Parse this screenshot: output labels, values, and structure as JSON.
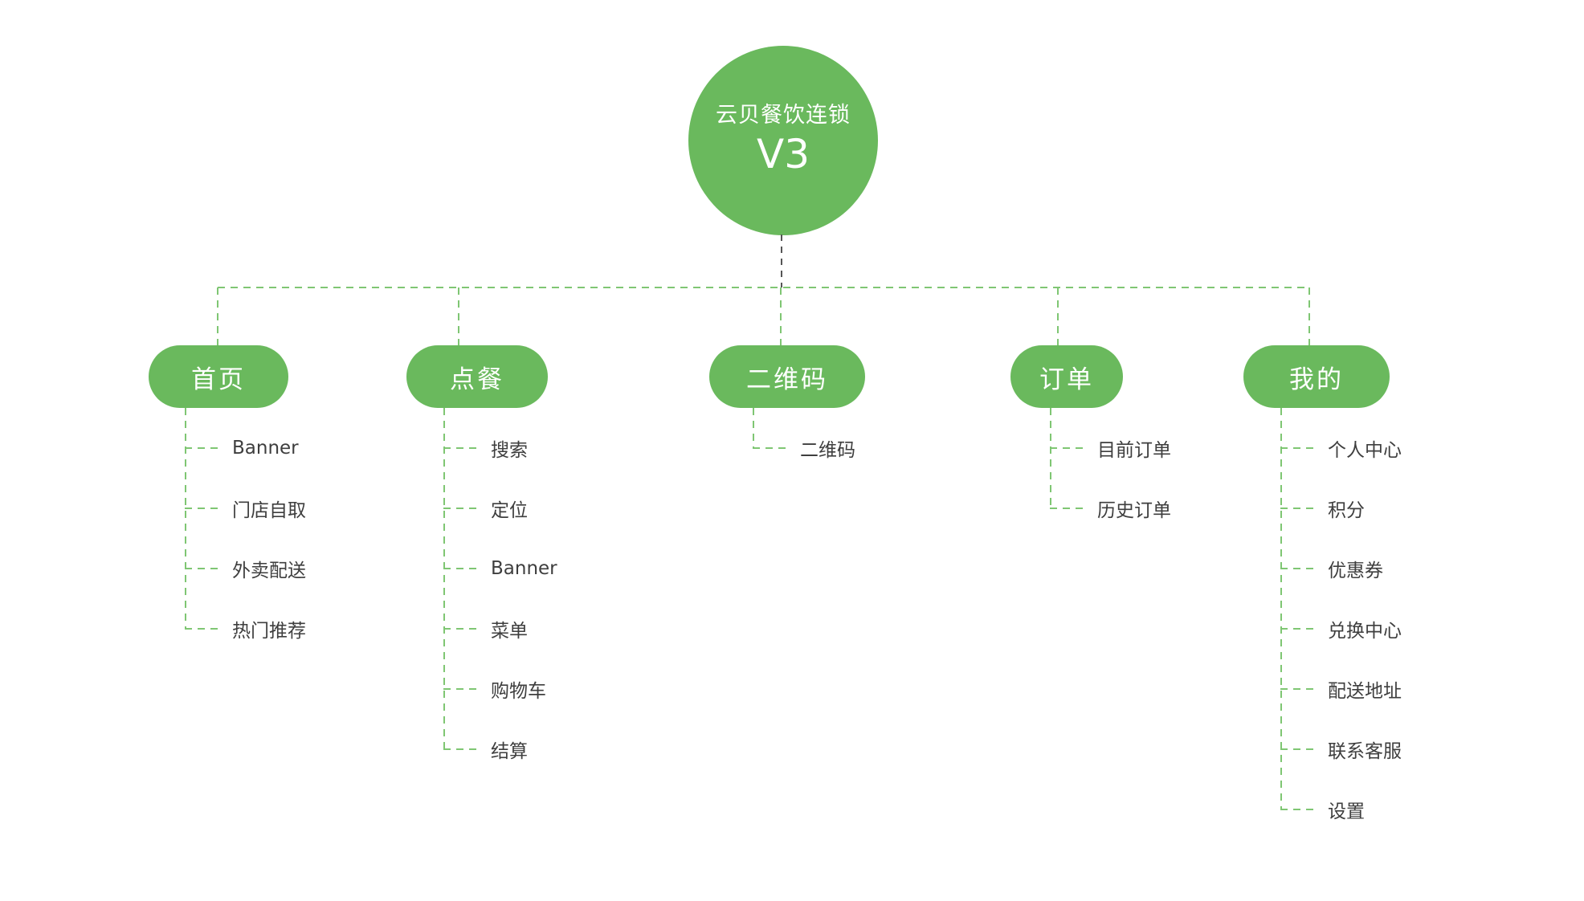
{
  "colors": {
    "node_green": "#6ab95d",
    "line_green": "#7fc673",
    "root_connector_gray": "#555555",
    "leaf_text": "#3e3e3e"
  },
  "tree": {
    "root": {
      "title": "云贝餐饮连锁",
      "version": "V3"
    },
    "branches": [
      {
        "label": "首页",
        "children": [
          "Banner",
          "门店自取",
          "外卖配送",
          "热门推荐"
        ]
      },
      {
        "label": "点餐",
        "children": [
          "搜索",
          "定位",
          "Banner",
          "菜单",
          "购物车",
          "结算"
        ]
      },
      {
        "label": "二维码",
        "children": [
          "二维码"
        ]
      },
      {
        "label": "订单",
        "children": [
          "目前订单",
          "历史订单"
        ]
      },
      {
        "label": "我的",
        "children": [
          "个人中心",
          "积分",
          "优惠券",
          "兑换中心",
          "配送地址",
          "联系客服",
          "设置"
        ]
      }
    ]
  }
}
